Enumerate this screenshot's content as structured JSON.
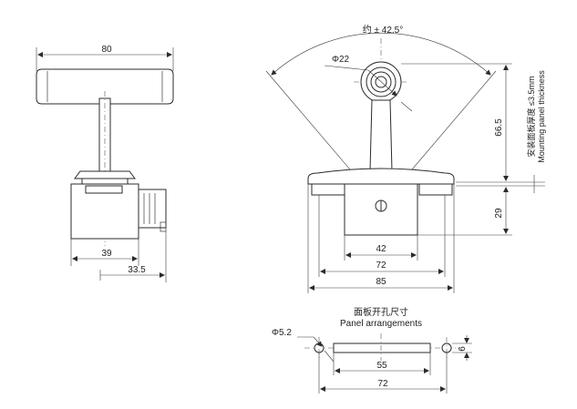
{
  "side_view": {
    "dim_width": "80",
    "dim_body": "39",
    "dim_depth": "33.5"
  },
  "front_view": {
    "angle_label": "约 ± 42.5°",
    "knob_dia": "Φ22",
    "dim_height": "66.5",
    "dim_body_height": "29",
    "dim_42": "42",
    "dim_72": "72",
    "dim_85": "85",
    "panel_note_cn": "安装面板厚度 ≤3.5mm",
    "panel_note_en": "Mounting panel thickness"
  },
  "panel_cutout": {
    "title_cn": "面板开孔尺寸",
    "title_en": "Panel arrangements",
    "hole_dia": "Φ5.2",
    "dim_55": "55",
    "dim_72": "72",
    "dim_6": "6"
  }
}
